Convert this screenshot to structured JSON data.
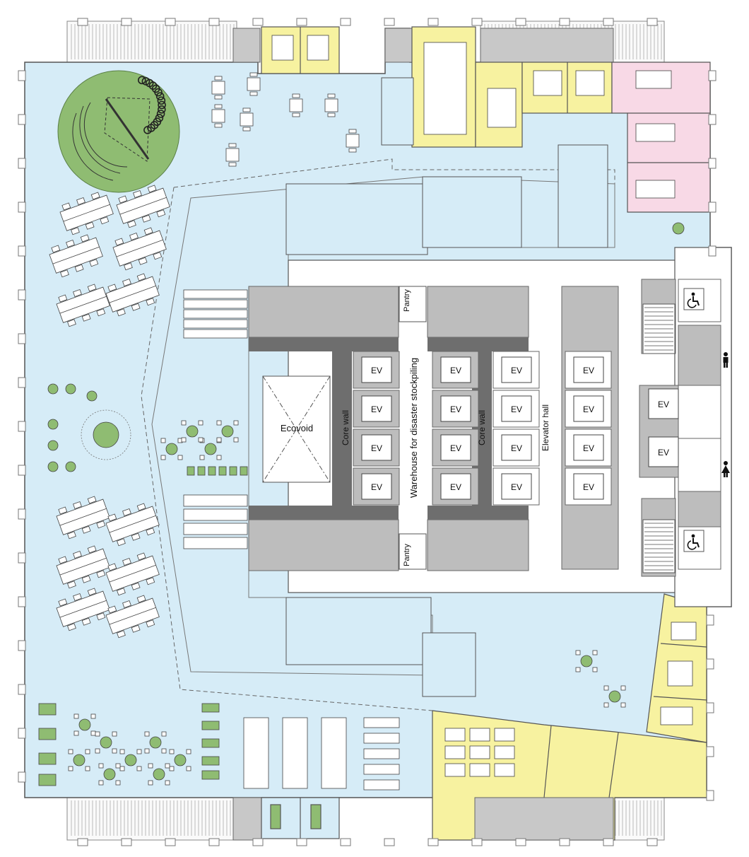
{
  "labels": {
    "ecovoid": "Ecovoid",
    "core_wall_left": "Core wall",
    "core_wall_right": "Core wall",
    "warehouse": "Warehouse for disaster stockpiling",
    "elevator_hall": "Elevator hall",
    "pantry_top": "Pantry",
    "pantry_bottom": "Pantry",
    "ev": [
      "EV",
      "EV",
      "EV",
      "EV",
      "EV",
      "EV",
      "EV",
      "EV",
      "EV",
      "EV",
      "EV",
      "EV",
      "EV",
      "EV",
      "EV",
      "EV",
      "EV",
      "EV"
    ]
  },
  "icons": [
    "accessible-toilet-icon",
    "male-toilet-icon",
    "female-toilet-icon"
  ],
  "colors": {
    "office_zone": "#d6ecf7",
    "meeting_rooms": "#f7f2a0",
    "executive_rooms": "#f8d9e6",
    "green_area": "#8fbc72",
    "core": "#bdbdbd",
    "core_wall": "#6e6e6e",
    "wall_line": "#555555"
  }
}
